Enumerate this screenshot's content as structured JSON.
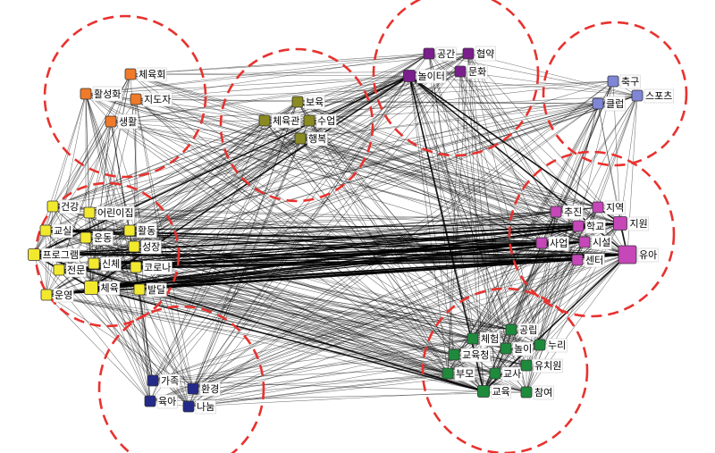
{
  "diagram": {
    "clusters": [
      {
        "id": "c-sports-club",
        "nodes": [
          "체육회",
          "활성화",
          "지도자",
          "생활"
        ],
        "color": "#f07a2a"
      },
      {
        "id": "c-education",
        "nodes": [
          "보육",
          "체육관",
          "수업",
          "행복"
        ],
        "color": "#8a8a22"
      },
      {
        "id": "c-space",
        "nodes": [
          "공간",
          "협약",
          "놀이터",
          "문화"
        ],
        "color": "#7a1f8c"
      },
      {
        "id": "c-football",
        "nodes": [
          "축구",
          "클럽",
          "스포츠"
        ],
        "color": "#7f86d6"
      },
      {
        "id": "c-program",
        "nodes": [
          "건강",
          "어린이집",
          "교실",
          "운동",
          "활동",
          "성장",
          "프로그램",
          "신체",
          "코로나",
          "전문",
          "체육",
          "운영",
          "발달"
        ],
        "color": "#f2e92f"
      },
      {
        "id": "c-support",
        "nodes": [
          "추진",
          "지역",
          "학교",
          "지원",
          "사업",
          "시설",
          "센터",
          "유아"
        ],
        "color": "#c547b8"
      },
      {
        "id": "c-kindergarten",
        "nodes": [
          "체험",
          "공립",
          "교육청",
          "놀이",
          "누리",
          "부모",
          "교사",
          "유치원",
          "교육",
          "참여"
        ],
        "color": "#1e8a3c"
      },
      {
        "id": "c-family",
        "nodes": [
          "가족",
          "환경",
          "육아",
          "나눔"
        ],
        "color": "#232a8a"
      }
    ],
    "nodes": [
      {
        "label": "체육회",
        "cluster": "c-sports-club"
      },
      {
        "label": "활성화",
        "cluster": "c-sports-club"
      },
      {
        "label": "지도자",
        "cluster": "c-sports-club"
      },
      {
        "label": "생활",
        "cluster": "c-sports-club"
      },
      {
        "label": "보육",
        "cluster": "c-education"
      },
      {
        "label": "체육관",
        "cluster": "c-education"
      },
      {
        "label": "수업",
        "cluster": "c-education"
      },
      {
        "label": "행복",
        "cluster": "c-education"
      },
      {
        "label": "공간",
        "cluster": "c-space"
      },
      {
        "label": "협약",
        "cluster": "c-space"
      },
      {
        "label": "놀이터",
        "cluster": "c-space"
      },
      {
        "label": "문화",
        "cluster": "c-space"
      },
      {
        "label": "축구",
        "cluster": "c-football"
      },
      {
        "label": "클럽",
        "cluster": "c-football"
      },
      {
        "label": "스포츠",
        "cluster": "c-football"
      },
      {
        "label": "건강",
        "cluster": "c-program"
      },
      {
        "label": "어린이집",
        "cluster": "c-program"
      },
      {
        "label": "교실",
        "cluster": "c-program"
      },
      {
        "label": "운동",
        "cluster": "c-program"
      },
      {
        "label": "활동",
        "cluster": "c-program"
      },
      {
        "label": "성장",
        "cluster": "c-program"
      },
      {
        "label": "프로그램",
        "cluster": "c-program"
      },
      {
        "label": "신체",
        "cluster": "c-program"
      },
      {
        "label": "코로나",
        "cluster": "c-program"
      },
      {
        "label": "전문",
        "cluster": "c-program"
      },
      {
        "label": "체육",
        "cluster": "c-program"
      },
      {
        "label": "운영",
        "cluster": "c-program"
      },
      {
        "label": "발달",
        "cluster": "c-program"
      },
      {
        "label": "추진",
        "cluster": "c-support"
      },
      {
        "label": "지역",
        "cluster": "c-support"
      },
      {
        "label": "학교",
        "cluster": "c-support"
      },
      {
        "label": "지원",
        "cluster": "c-support"
      },
      {
        "label": "사업",
        "cluster": "c-support"
      },
      {
        "label": "시설",
        "cluster": "c-support"
      },
      {
        "label": "센터",
        "cluster": "c-support"
      },
      {
        "label": "유아",
        "cluster": "c-support"
      },
      {
        "label": "체험",
        "cluster": "c-kindergarten"
      },
      {
        "label": "공립",
        "cluster": "c-kindergarten"
      },
      {
        "label": "교육청",
        "cluster": "c-kindergarten"
      },
      {
        "label": "놀이",
        "cluster": "c-kindergarten"
      },
      {
        "label": "누리",
        "cluster": "c-kindergarten"
      },
      {
        "label": "부모",
        "cluster": "c-kindergarten"
      },
      {
        "label": "교사",
        "cluster": "c-kindergarten"
      },
      {
        "label": "유치원",
        "cluster": "c-kindergarten"
      },
      {
        "label": "교육",
        "cluster": "c-kindergarten"
      },
      {
        "label": "참여",
        "cluster": "c-kindergarten"
      },
      {
        "label": "가족",
        "cluster": "c-family"
      },
      {
        "label": "환경",
        "cluster": "c-family"
      },
      {
        "label": "육아",
        "cluster": "c-family"
      },
      {
        "label": "나눔",
        "cluster": "c-family"
      }
    ],
    "hubs": [
      "유아",
      "지원",
      "체육",
      "프로그램",
      "교육",
      "놀이터"
    ],
    "cluster_outline_color": "#e8322e",
    "edge_color": "#000000"
  }
}
